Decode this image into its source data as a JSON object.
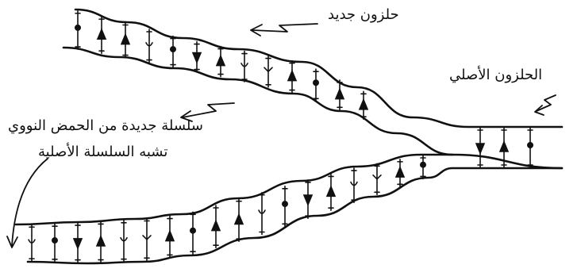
{
  "labels": {
    "new_helix": "حلزون جديد",
    "parent_helix": "الحلزون الأصلي",
    "new_strand": "سلسلة جديدة من الحمض النووي",
    "resembles_parent": "تشبه السلسلة الأصلية"
  },
  "colors": {
    "ink": "#111111",
    "background": "#ffffff"
  }
}
